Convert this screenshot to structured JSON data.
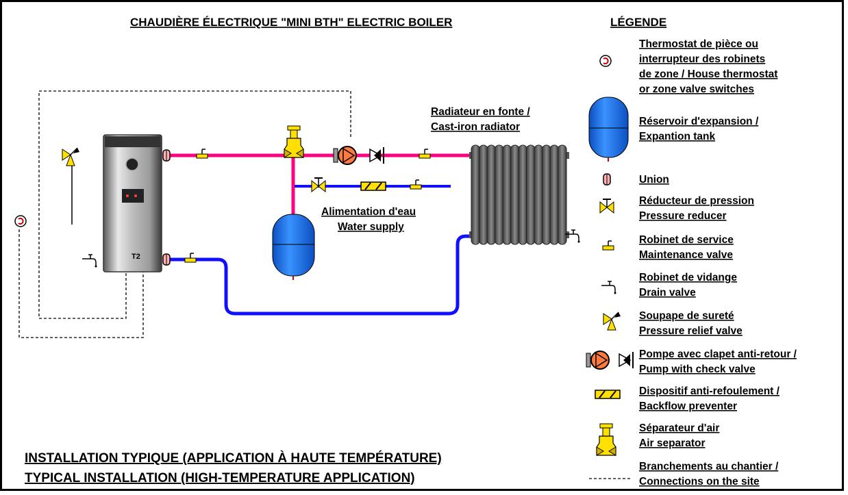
{
  "title": "CHAUDIÈRE ÉLECTRIQUE \"MINI BTH\" ELECTRIC BOILER",
  "legend_title": "LÉGENDE",
  "diagram_labels": {
    "radiator_1": "Radiateur en fonte /",
    "radiator_2": "Cast-iron radiator",
    "supply_1": "Alimentation d'eau",
    "supply_2": "Water supply",
    "boiler_badge": "T2"
  },
  "bottom_title_1": "INSTALLATION TYPIQUE (APPLICATION À HAUTE TEMPÉRATURE)",
  "bottom_title_2": "TYPICAL INSTALLATION (HIGH-TEMPERATURE APPLICATION)",
  "legend": [
    {
      "icon": "thermostat-icon",
      "lines": [
        "Thermostat de pièce ou",
        "interrupteur des robinets",
        "de zone / House thermostat",
        "or zone valve switches"
      ]
    },
    {
      "icon": "expansion-tank-icon",
      "lines": [
        "Réservoir d'expansion /",
        "Expantion tank"
      ]
    },
    {
      "icon": "union-icon",
      "lines": [
        "Union"
      ]
    },
    {
      "icon": "pressure-reducer-icon",
      "lines": [
        "Réducteur de pression",
        "Pressure reducer"
      ]
    },
    {
      "icon": "maintenance-valve-icon",
      "lines": [
        "Robinet de service",
        "Maintenance valve"
      ]
    },
    {
      "icon": "drain-valve-icon",
      "lines": [
        "Robinet de vidange",
        "Drain valve"
      ]
    },
    {
      "icon": "relief-valve-icon",
      "lines": [
        "Soupape de sureté",
        "Pressure relief valve"
      ]
    },
    {
      "icon": "pump-check-valve-icon",
      "lines": [
        "Pompe avec clapet anti-retour /",
        "Pump with check valve"
      ]
    },
    {
      "icon": "backflow-preventer-icon",
      "lines": [
        "Dispositif anti-refoulement /",
        "Backflow preventer"
      ]
    },
    {
      "icon": "air-separator-icon",
      "lines": [
        "Séparateur d'air",
        "Air separator"
      ]
    },
    {
      "icon": "dashed-line-icon",
      "lines": [
        "Branchements au chantier /",
        "Connections on the site"
      ]
    }
  ],
  "colors": {
    "hot_pipe": "#ff0080",
    "cold_pipe": "#1010ff",
    "tank_blue": "#1e7cf0",
    "valve_yellow": "#ffe000",
    "radiator_gray": "#707070",
    "pump_orange": "#ff7a40"
  }
}
